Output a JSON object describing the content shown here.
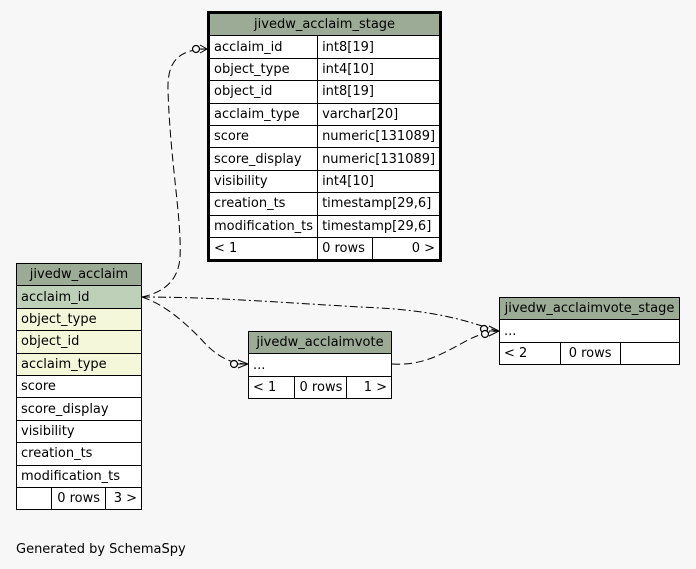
{
  "tables": {
    "stage": {
      "name": "jivedw_acclaim_stage",
      "columns": [
        {
          "name": "acclaim_id",
          "type": "int8[19]"
        },
        {
          "name": "object_type",
          "type": "int4[10]"
        },
        {
          "name": "object_id",
          "type": "int8[19]"
        },
        {
          "name": "acclaim_type",
          "type": "varchar[20]"
        },
        {
          "name": "score",
          "type": "numeric[131089]"
        },
        {
          "name": "score_display",
          "type": "numeric[131089]"
        },
        {
          "name": "visibility",
          "type": "int4[10]"
        },
        {
          "name": "creation_ts",
          "type": "timestamp[29,6]"
        },
        {
          "name": "modification_ts",
          "type": "timestamp[29,6]"
        }
      ],
      "footer": {
        "parents": "< 1",
        "rows": "0 rows",
        "children": "0 >"
      }
    },
    "acclaim": {
      "name": "jivedw_acclaim",
      "columns": [
        "acclaim_id",
        "object_type",
        "object_id",
        "acclaim_type",
        "score",
        "score_display",
        "visibility",
        "creation_ts",
        "modification_ts"
      ],
      "footer": {
        "parents": "",
        "rows": "0 rows",
        "children": "3 >"
      }
    },
    "acclaimvote": {
      "name": "jivedw_acclaimvote",
      "columns": [
        "..."
      ],
      "footer": {
        "parents": "< 1",
        "rows": "0 rows",
        "children": "1 >"
      }
    },
    "acclaimvote_stage": {
      "name": "jivedw_acclaimvote_stage",
      "columns": [
        "..."
      ],
      "footer": {
        "parents": "< 2",
        "rows": "0 rows",
        "children": ""
      }
    }
  },
  "colors": {
    "header": "#9bab96",
    "primary_key": "#bed1b8",
    "foreign_key": "#f4f7da",
    "background": "#f7f7f7"
  },
  "footer_text": "Generated by SchemaSpy"
}
